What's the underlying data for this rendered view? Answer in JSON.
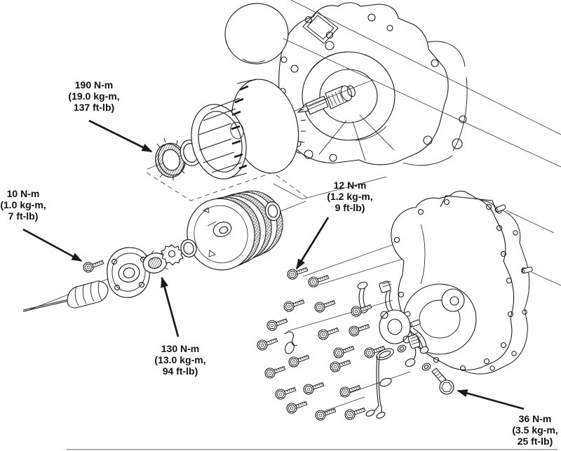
{
  "callouts": [
    {
      "name": "torque-190nm",
      "lines": [
        "190 N-m",
        "(19.0 kg-m,",
        "137 ft-lb)"
      ]
    },
    {
      "name": "torque-10nm",
      "lines": [
        "10 N-m",
        "(1.0 kg-m,",
        "7 ft-lb)"
      ]
    },
    {
      "name": "torque-130nm",
      "lines": [
        "130 N-m",
        "(13.0 kg-m,",
        "94 ft-lb)"
      ]
    },
    {
      "name": "torque-12nm",
      "lines": [
        "12 N-m",
        "(1.2 kg-m,",
        "9 ft-lb)"
      ]
    },
    {
      "name": "torque-36nm",
      "lines": [
        "36 N-m",
        "(3.5 kg-m,",
        "25 ft-lb)"
      ]
    }
  ],
  "colors": {
    "ink": "#1a1a1a",
    "background": "#ffffff",
    "baseline": "#999999"
  }
}
